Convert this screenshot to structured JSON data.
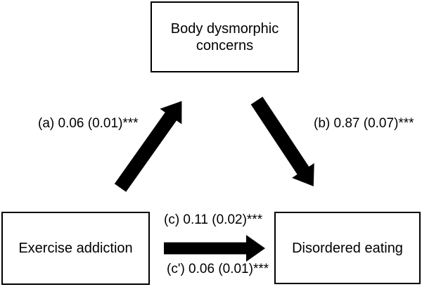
{
  "diagram": {
    "nodes": {
      "mediator": {
        "label": "Body dysmorphic concerns"
      },
      "predictor": {
        "label": "Exercise addiction"
      },
      "outcome": {
        "label": "Disordered eating"
      }
    },
    "paths": {
      "a": {
        "label": "(a) 0.06 (0.01)***",
        "from": "Exercise addiction",
        "to": "Body dysmorphic concerns"
      },
      "b": {
        "label": "(b) 0.87 (0.07)***",
        "from": "Body dysmorphic concerns",
        "to": "Disordered eating"
      },
      "c": {
        "label": "(c) 0.11 (0.02)***",
        "from": "Exercise addiction",
        "to": "Disordered eating"
      },
      "c_prime": {
        "label": "(c') 0.06 (0.01)***",
        "from": "Exercise addiction",
        "to": "Disordered eating"
      }
    },
    "colors": {
      "arrow": "#000000",
      "box_border": "#000000",
      "background": "#ffffff",
      "text": "#000000"
    }
  }
}
